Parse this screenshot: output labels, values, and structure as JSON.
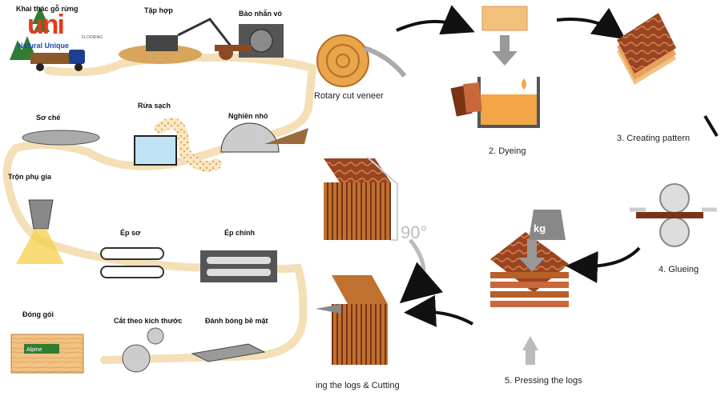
{
  "logo": {
    "text": "uni",
    "tagline": "Natural Unique",
    "side_text": "FLOORING"
  },
  "left_process": {
    "steps": [
      {
        "label": "Khai thác gỗ rừng"
      },
      {
        "label": "Tập hợp"
      },
      {
        "label": "Bào nhẵn vỏ"
      },
      {
        "label": "Sơ chế"
      },
      {
        "label": "Rửa sạch"
      },
      {
        "label": "Nghiền nhỏ"
      },
      {
        "label": "Trộn phụ gia"
      },
      {
        "label": "Ép sơ"
      },
      {
        "label": "Ép chính"
      },
      {
        "label": "Đóng gói"
      },
      {
        "label": "Cắt theo kích thước"
      },
      {
        "label": "Đánh bóng bề mặt"
      }
    ],
    "package_brand": "Alpine"
  },
  "right_process": {
    "steps": [
      {
        "label": "Rotary cut veneer"
      },
      {
        "label": "2. Dyeing"
      },
      {
        "label": "3. Creating pattern"
      },
      {
        "label": "4. Glueing"
      },
      {
        "label": "5. Pressing the logs"
      },
      {
        "label": "ing the logs & Cutting"
      }
    ],
    "rotation_label": "90°",
    "weight_label": "kg"
  },
  "colors": {
    "wood_dark": "#8b3a1e",
    "wood_light": "#e9b26a",
    "dye_orange": "#f2a648",
    "arrow": "#111111",
    "sawdust": "#e8c48a"
  }
}
